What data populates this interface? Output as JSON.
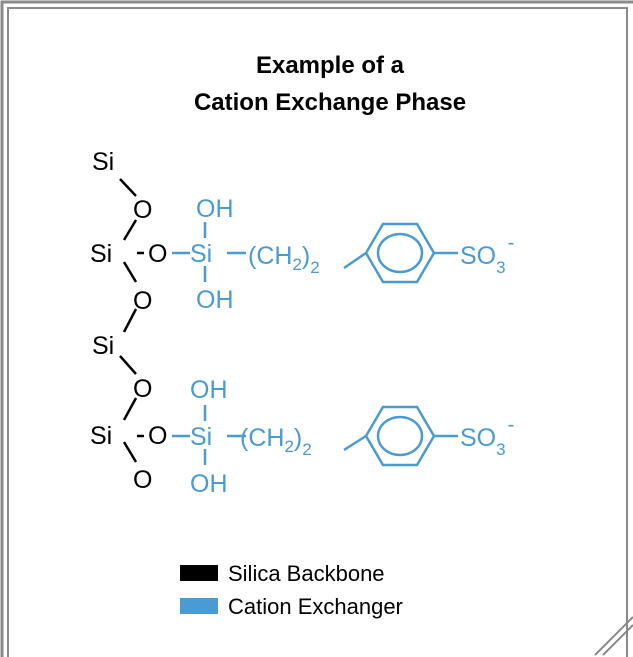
{
  "title_line1": "Example of a",
  "title_line2": "Cation Exchange Phase",
  "colors": {
    "backbone": "#000000",
    "exchanger": "#4a9ad4",
    "frame": "#8a8a8a"
  },
  "atoms": {
    "si": "Si",
    "o": "O",
    "oh": "OH",
    "ch2": "(CH",
    "ch2_close": ")",
    "sub2": "2",
    "so3": "SO",
    "sub3": "3",
    "charge": "-"
  },
  "legend": [
    {
      "label": "Silica Backbone",
      "color": "#000000"
    },
    {
      "label": "Cation Exchanger",
      "color": "#4a9ad4"
    }
  ]
}
